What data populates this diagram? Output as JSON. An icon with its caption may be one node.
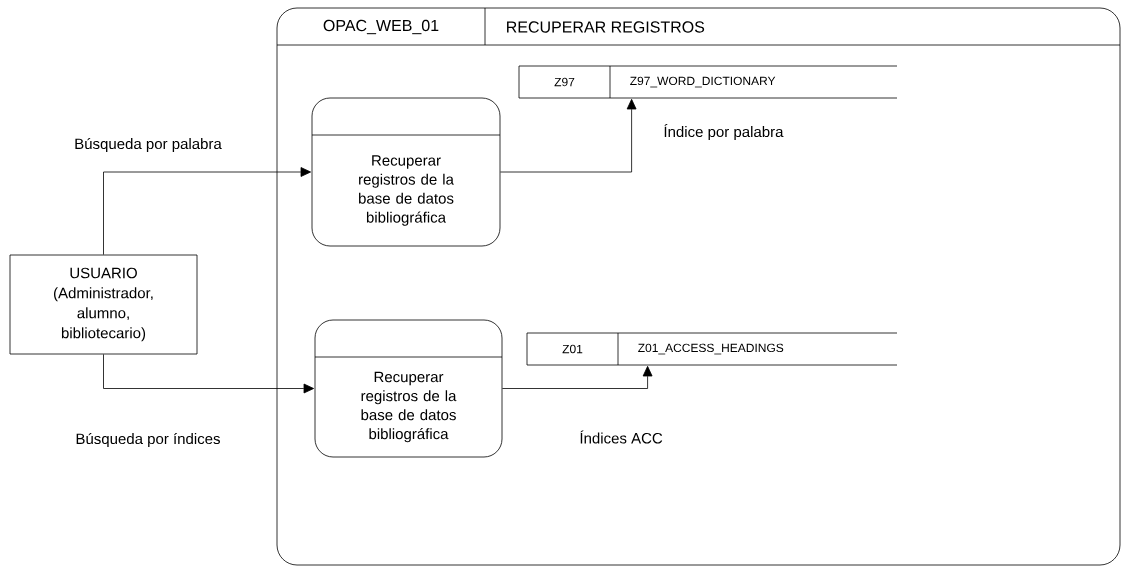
{
  "diagram": {
    "nodes": [
      {
        "text": [
          "OPAC_WEB_01",
          "RECUPERAR REGISTROS"
        ]
      },
      {
        "text": [
          "USUARIO (Administrador, alumno, bibliotecario)"
        ]
      },
      {
        "text": [
          "Recuperar registros de la base de datos bibliográfica"
        ],
        "in": 0
      },
      {
        "text": [
          "Z97",
          "Z97_WORD_DICTIONARY"
        ],
        "in": 0
      },
      {
        "text": [
          "Recuperar registros de la base de datos bibliográfica"
        ],
        "in": 0
      },
      {
        "text": [
          "Z01",
          "Z01_ACCESS_HEADINGS"
        ],
        "in": 0
      }
    ],
    "edges": [
      {
        "from": 1,
        "to": 2,
        "arrow": "to",
        "label": "Búsqueda por palabra"
      },
      {
        "from": 2,
        "to": 3,
        "arrow": "to",
        "label": "Índice por palabra"
      },
      {
        "from": 1,
        "to": 4,
        "arrow": "to",
        "label": "Búsqueda por índices"
      },
      {
        "from": 4,
        "to": 5,
        "arrow": "to",
        "label": "Índices ACC"
      }
    ]
  }
}
